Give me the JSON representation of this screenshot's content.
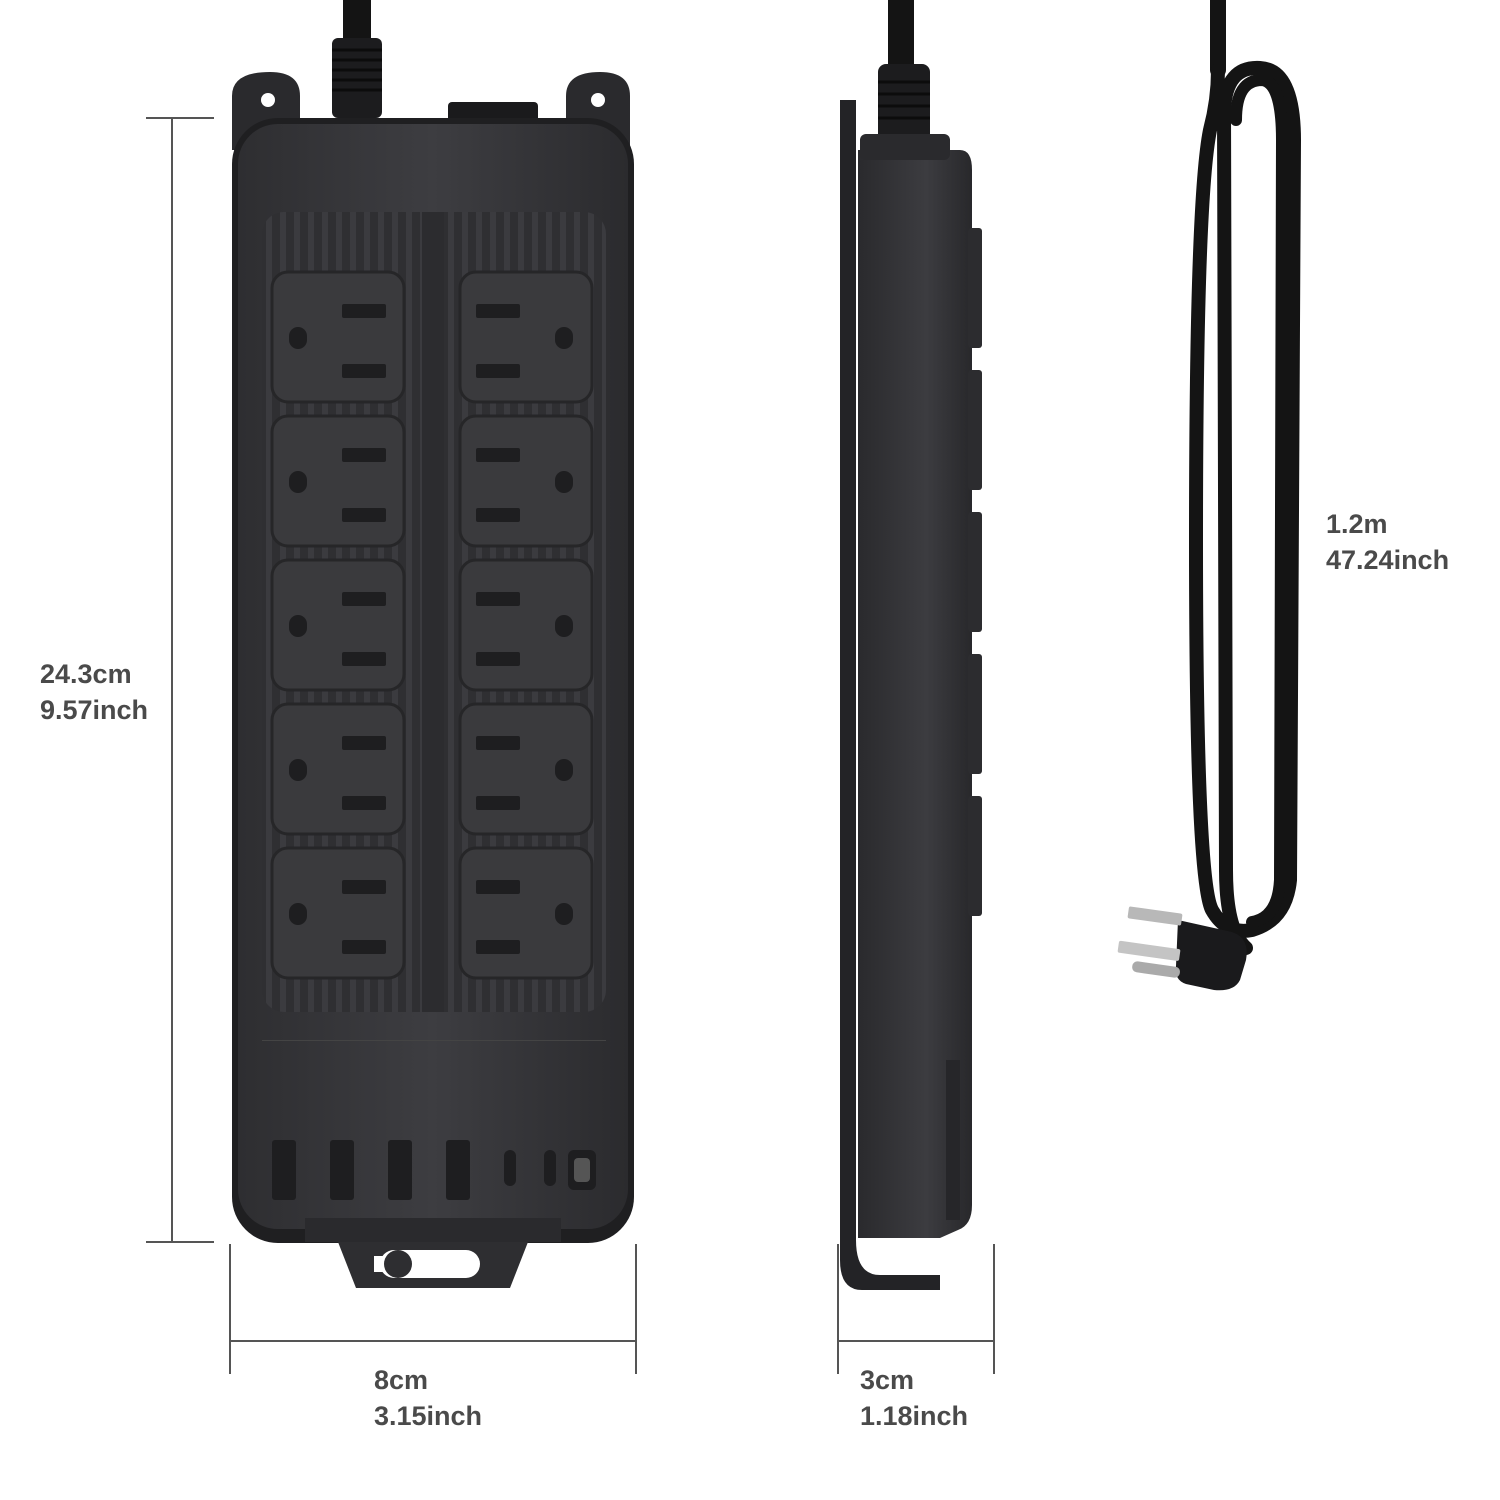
{
  "dimensions": {
    "height": {
      "metric": "24.3cm",
      "imperial": "9.57inch"
    },
    "width": {
      "metric": "8cm",
      "imperial": "3.15inch"
    },
    "depth": {
      "metric": "3cm",
      "imperial": "1.18inch"
    },
    "cord": {
      "metric": "1.2m",
      "imperial": "47.24inch"
    }
  },
  "product": {
    "ac_outlet_count": 10,
    "usb_a_port_count": 4,
    "usb_c_port_count": 2,
    "body_color": "#3a3a3d",
    "dark_color": "#1e1e20",
    "cord_color": "#141414"
  }
}
